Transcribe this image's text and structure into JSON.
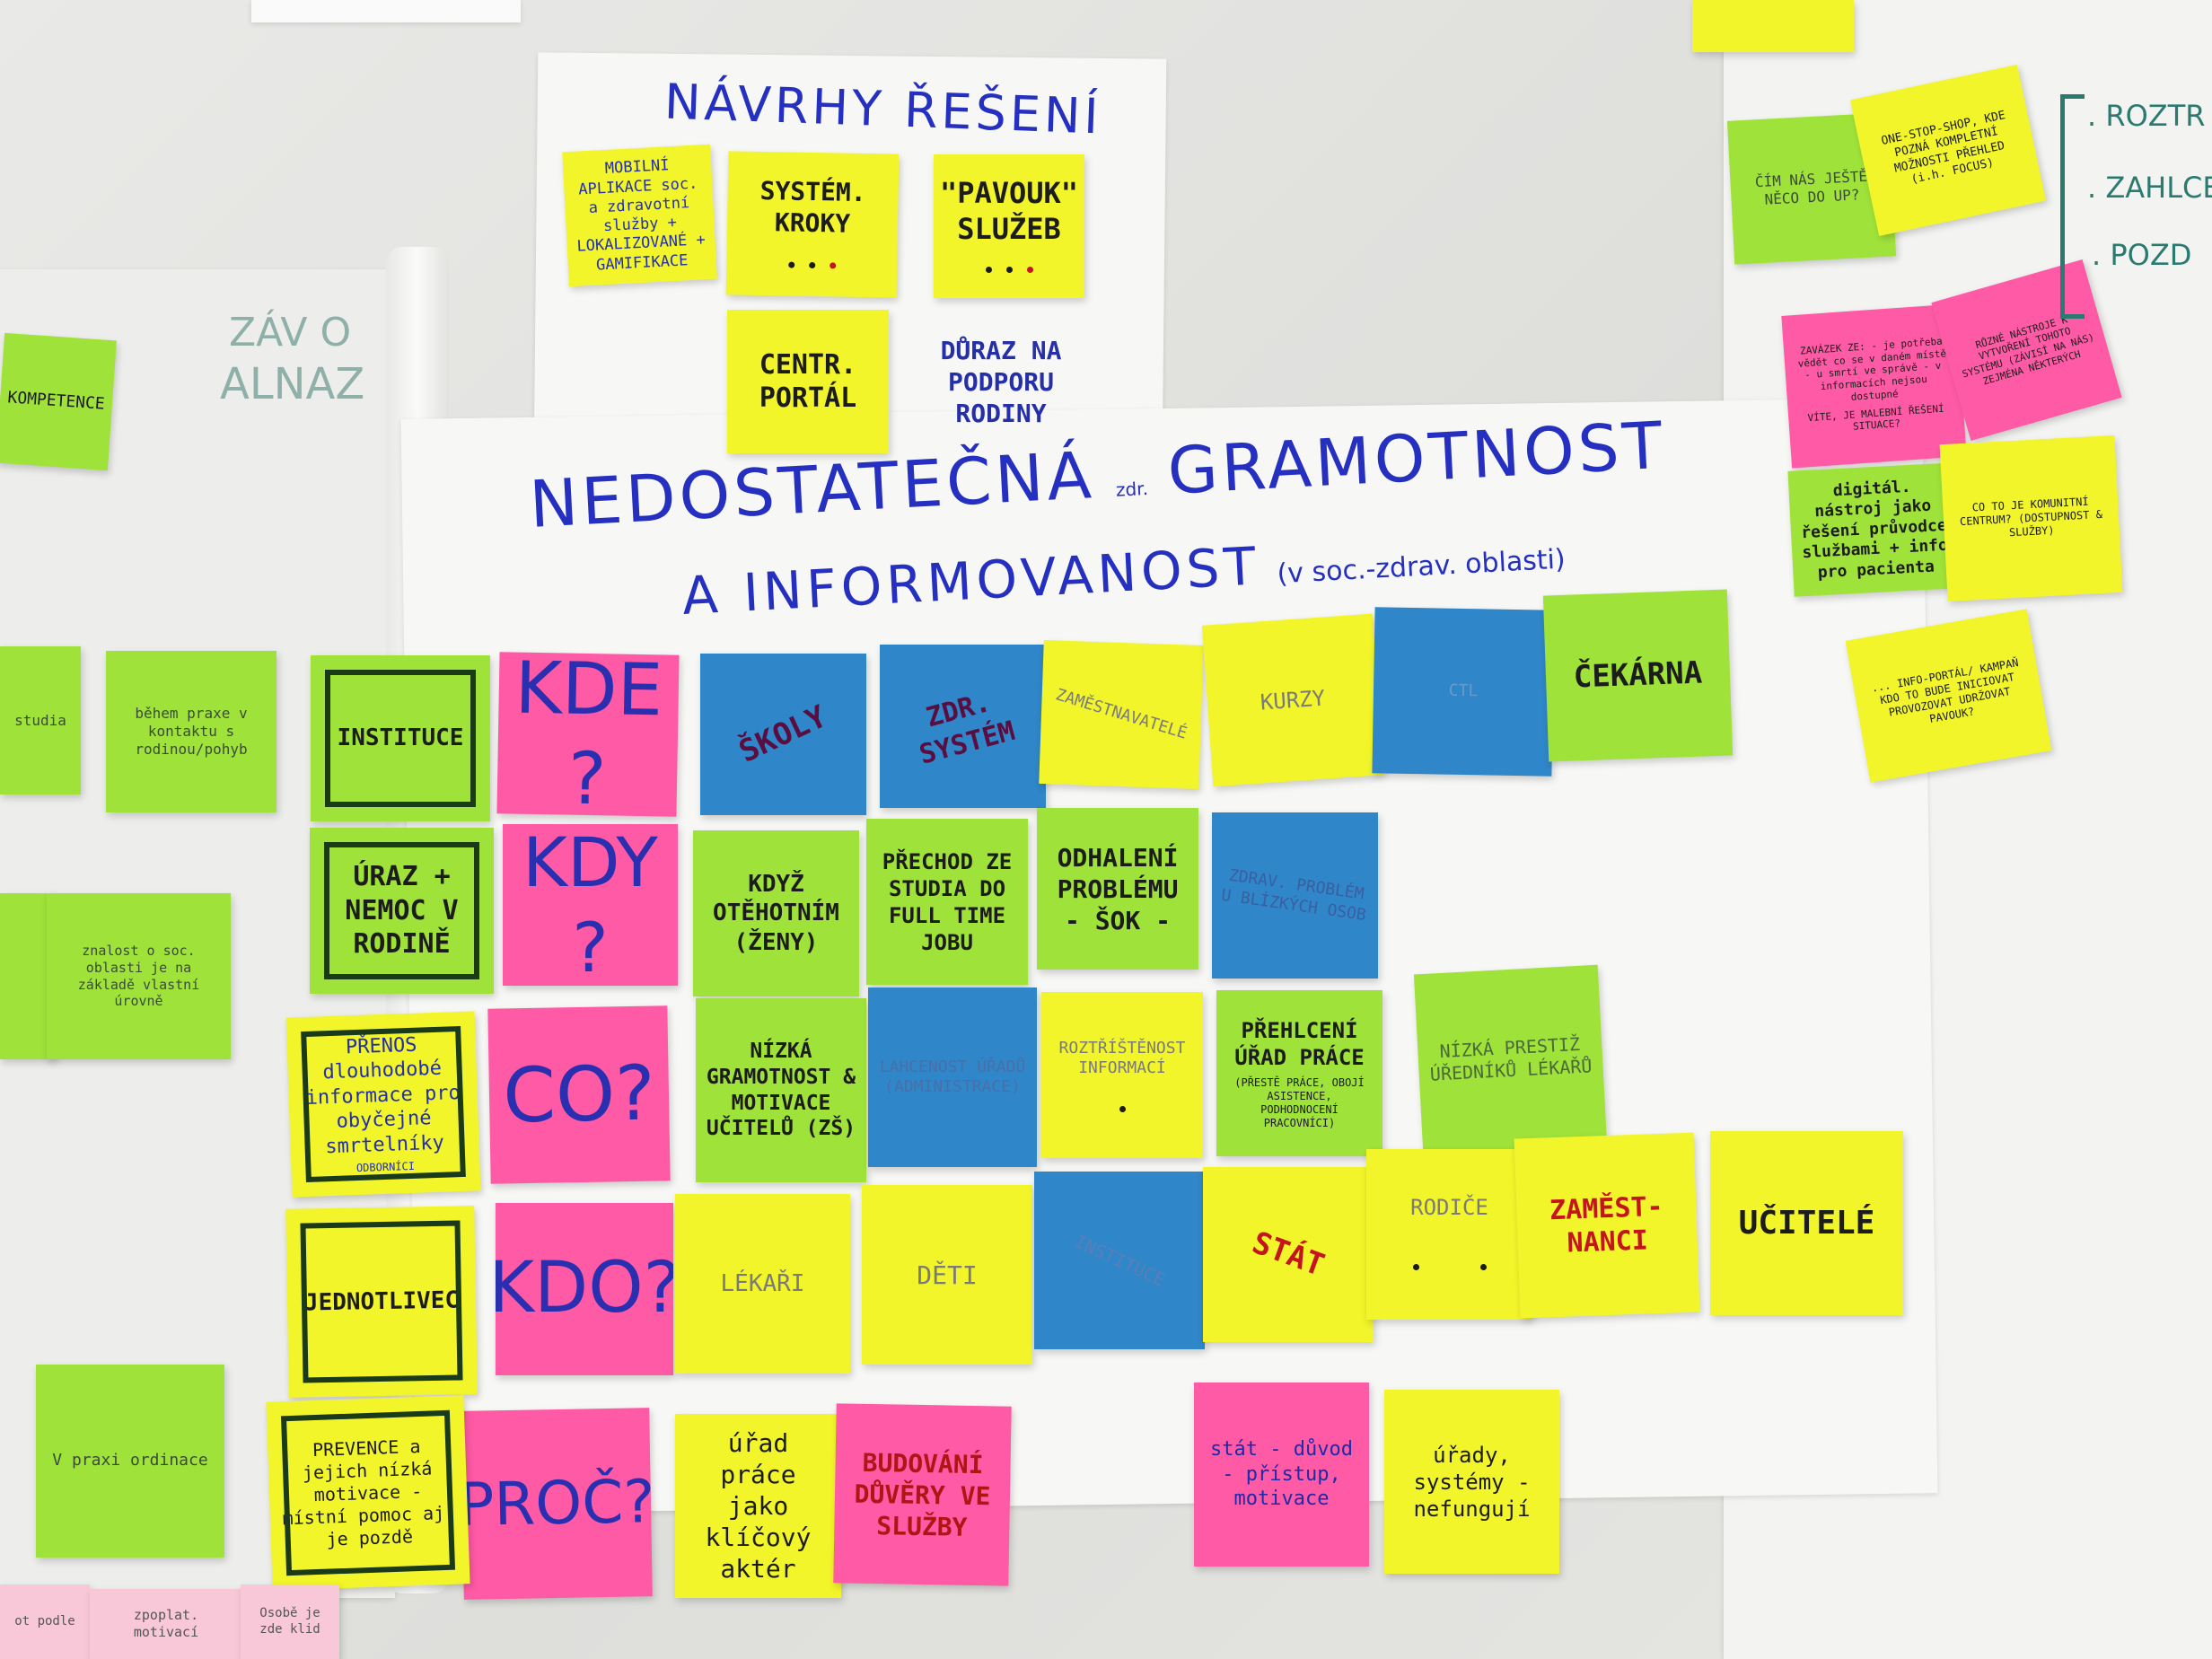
{
  "board": {
    "top_sheet_title": "NÁVRHY ŘEŠENÍ",
    "main_title_line1": "NEDOSTATEČNÁ",
    "main_title_small": "zdr.",
    "main_title_word2": "GRAMOTNOST",
    "main_title_line2": "A INFORMOVANOST",
    "main_title_suffix": "(v soc.-zdrav. oblasti)"
  },
  "top_notes": {
    "mobilni": "MOBILNÍ APLIKACE soc. a zdravotní služby + LOKALIZOVANÉ + GAMIFIKACE",
    "system": "SYSTÉM. KROKY",
    "pavouk": "\"PAVOUK\" SLUŽEB",
    "centr": "CENTR. PORTÁL",
    "duraz": "DŮRAZ NA PODPORU RODINY"
  },
  "rows": {
    "kde": "KDE ?",
    "kdy": "KDY ?",
    "co": "CO?",
    "kdo": "KDO?",
    "proc": "PROČ?"
  },
  "left_notes": {
    "instituce": "INSTITUCE",
    "uraz": "ÚRAZ + NEMOC V RODINĚ",
    "prenos": "PŘENOS dlouhodobé informace pro obyčejné smrtelníky",
    "prenos_side": "ODBORNÍCI",
    "jednotlivec": "JEDNOTLIVEC",
    "prevence": "PREVENCE a jejich nízká motivace - místní pomoc aj. je pozdě"
  },
  "kde_notes": {
    "skoly": "ŠKOLY",
    "zdr": "ZDR. SYSTÉM",
    "zamestnavatele": "ZAMĚSTNAVATELÉ",
    "kurzy": "KURZY",
    "blue_small": "CTL",
    "cekarna": "ČEKÁRNA"
  },
  "kdy_notes": {
    "kdyz": "KDYŽ OTĚHOTNÍM (ŽENY)",
    "prechod": "PŘECHOD ZE STUDIA DO FULL TIME JOBU",
    "odhaleni": "ODHALENÍ PROBLÉMU - ŠOK -",
    "zdrav": "ZDRAV. PROBLÉM U BLÍZKÝCH OSOB"
  },
  "co_notes": {
    "nizka": "NÍZKÁ GRAMOTNOST & MOTIVACE UČITELŮ (ZŠ)",
    "lahcenost": "LAHCENOST ÚŘADŮ (ADMINISTRACE)",
    "roztristenost": "ROZTŘÍŠTĚNOST INFORMACÍ",
    "prehlceni": "PŘEHLCENÍ ÚŘAD PRÁCE",
    "prehlceni_sub": "(PŘESTĚ PRÁCE, OBOJÍ ASISTENCE, PODHODNOCENÍ PRACOVNÍCI)",
    "nizka_prestiz": "NÍZKÁ PRESTIŽ ÚŘEDNÍKŮ LÉKAŘŮ"
  },
  "kdo_notes": {
    "lekari": "LÉKAŘI",
    "deti": "DĚTI",
    "instituce": "INSTITUCE",
    "stat": "STÁT",
    "rodice": "RODIČE",
    "zamestnanci": "ZAMĚST- NANCI",
    "ucitele": "UČITELÉ"
  },
  "proc_notes": {
    "urad": "úřad práce jako klíčový aktér",
    "budovani": "BUDOVÁNÍ DŮVĚRY VE SLUŽBY",
    "stat_dusled": "stát - důvod - přístup, motivace",
    "urady": "úřady, systémy - nefungují"
  },
  "left_side": {
    "studia": "studia",
    "behem": "během praxe v kontaktu s rodinou/pohyb",
    "znalost": "znalost o soc. oblasti je na základě vlastní úrovně",
    "vpraxi": "V praxi ordinace",
    "bottom1": "ot podle",
    "bottom2": "zpoplat. motivací",
    "bottom3": "Osobě je zde klid",
    "green_top": "KOMPETENCE"
  },
  "faint_text": {
    "zavo": "ZÁV O",
    "alnaz": "ALNAZ"
  },
  "right_notes": {
    "cim": "ČÍM NÁS JEŠTĚ NĚCO DO UP?",
    "one_stop": "ONE-STOP-SHOP, KDE POZNÁ KOMPLETNÍ MOŽNOSTI PŘEHLED (i.h. FOCUS)",
    "zavazek": "ZAVÁZEK ZE: - je potřeba vědět co se v daném místě - u smrtí ve správě - v informacích nejsou dostupné",
    "vite": "VÍTE, JE MALEBNÍ ŘEŠENÍ SITUACE?",
    "ruzne": "RŮZNÉ NÁSTROJE K VYTVOŘENÍ TOHOTO SYSTÉMU (ZÁVISÍ NA NÁS) ZEJMÉNA NĚKTERÝCH",
    "digital": "digitál. nástroj jako řešení průvodce službami + info pro pacienta",
    "co_to": "CO TO JE KOMUNITNÍ CENTRUM? (DOSTUPNOST & SLUŽBY)",
    "info": "... INFO-PORTÁL/ KAMPAŇ KDO TO BUDE INICIOVAT PROVOZOVAT UDRŽOVAT PAVOUK?"
  },
  "right_text": {
    "roztr": ". ROZTR",
    "zahlce": ". ZAHLCE",
    "pozd": ". POZD"
  }
}
